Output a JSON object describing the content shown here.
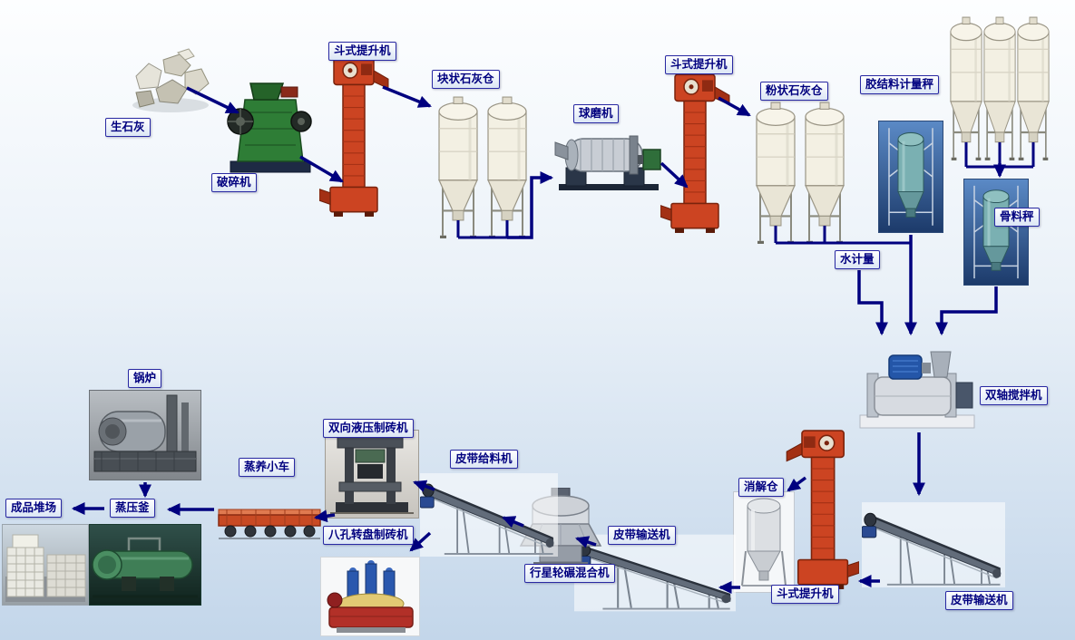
{
  "diagram": {
    "type": "process-flow-diagram",
    "colors": {
      "arrow": "#00007f",
      "label_text": "#00007f",
      "label_border": "#2929a3",
      "label_bg_top": "#ffffff",
      "label_bg_bottom": "#dbe6f5",
      "background_top": "#fdfeff",
      "background_mid": "#eaf1f8",
      "background_bottom": "#c3d6ea"
    },
    "nodes": {
      "quicklime": {
        "label": "生石灰"
      },
      "crusher": {
        "label": "破碎机"
      },
      "bucket_elevator_1": {
        "label": "斗式提升机"
      },
      "lump_lime_silo": {
        "label": "块状石灰仓"
      },
      "ball_mill": {
        "label": "球磨机"
      },
      "bucket_elevator_2": {
        "label": "斗式提升机"
      },
      "powder_lime_silo": {
        "label": "粉状石灰仓"
      },
      "binder_scale": {
        "label": "胶结料计量秤"
      },
      "aggregate_scale": {
        "label": "骨料秤"
      },
      "water_meter": {
        "label": "水计量"
      },
      "twin_shaft_mixer": {
        "label": "双轴搅拌机"
      },
      "belt_conveyor_right": {
        "label": "皮带输送机"
      },
      "bucket_elevator_3": {
        "label": "斗式提升机"
      },
      "digestion_silo": {
        "label": "消解仓"
      },
      "belt_conveyor_mid": {
        "label": "皮带输送机"
      },
      "planetary_mixer": {
        "label": "行星轮碾混合机"
      },
      "belt_feeder": {
        "label": "皮带给料机"
      },
      "hydraulic_press": {
        "label": "双向液压制砖机"
      },
      "rotary_press": {
        "label": "八孔转盘制砖机"
      },
      "curing_trolley": {
        "label": "蒸养小车"
      },
      "autoclave": {
        "label": "蒸压釜"
      },
      "product_yard": {
        "label": "成品堆场"
      },
      "boiler": {
        "label": "锅炉"
      }
    },
    "edges": [
      {
        "from": "quicklime",
        "to": "crusher"
      },
      {
        "from": "crusher",
        "to": "bucket_elevator_1"
      },
      {
        "from": "bucket_elevator_1",
        "to": "lump_lime_silo"
      },
      {
        "from": "lump_lime_silo",
        "to": "ball_mill"
      },
      {
        "from": "ball_mill",
        "to": "bucket_elevator_2"
      },
      {
        "from": "bucket_elevator_2",
        "to": "powder_lime_silo"
      },
      {
        "from": "powder_lime_silo",
        "to": "binder_scale"
      },
      {
        "from": "binder_scale",
        "to": "twin_shaft_mixer"
      },
      {
        "from": "water_meter",
        "to": "twin_shaft_mixer"
      },
      {
        "from": "aggregate_silos",
        "to": "aggregate_scale"
      },
      {
        "from": "aggregate_scale",
        "to": "twin_shaft_mixer"
      },
      {
        "from": "twin_shaft_mixer",
        "to": "belt_conveyor_right"
      },
      {
        "from": "belt_conveyor_right",
        "to": "bucket_elevator_3"
      },
      {
        "from": "bucket_elevator_3",
        "to": "digestion_silo"
      },
      {
        "from": "digestion_silo",
        "to": "belt_conveyor_mid"
      },
      {
        "from": "belt_conveyor_mid",
        "to": "planetary_mixer"
      },
      {
        "from": "planetary_mixer",
        "to": "belt_feeder"
      },
      {
        "from": "belt_feeder",
        "to": "hydraulic_press"
      },
      {
        "from": "belt_feeder",
        "to": "rotary_press"
      },
      {
        "from": "hydraulic_press",
        "to": "curing_trolley"
      },
      {
        "from": "curing_trolley",
        "to": "autoclave"
      },
      {
        "from": "autoclave",
        "to": "product_yard"
      },
      {
        "from": "boiler",
        "to": "autoclave"
      }
    ]
  }
}
